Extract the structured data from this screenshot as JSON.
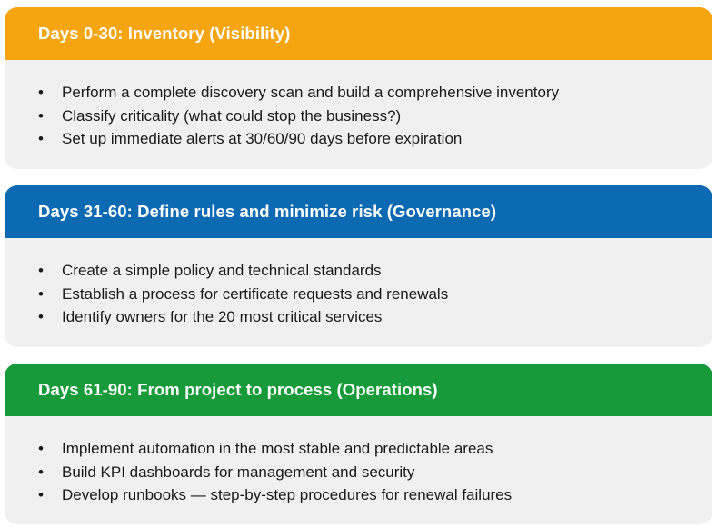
{
  "colors": {
    "phase_1": "#f5a50f",
    "phase_2": "#0c6ab3",
    "phase_3": "#169a3a",
    "body_background": "#f0f0f0"
  },
  "bullet_glyph": "•",
  "phases": [
    {
      "title": "Days 0-30: Inventory (Visibility)",
      "items": [
        "Perform a complete discovery scan and build a comprehensive inventory",
        "Classify criticality (what could stop the business?)",
        "Set up immediate alerts at 30/60/90 days before expiration"
      ]
    },
    {
      "title": "Days 31-60: Define rules and minimize risk (Governance)",
      "items": [
        "Create a simple policy and technical standards",
        "Establish a process for certificate requests and renewals",
        "Identify owners for the 20 most critical services"
      ]
    },
    {
      "title": "Days 61-90: From project to process (Operations)",
      "items": [
        "Implement automation in the most stable and predictable areas",
        "Build KPI dashboards for management and security",
        "Develop runbooks — step-by-step procedures for renewal failures"
      ]
    }
  ]
}
